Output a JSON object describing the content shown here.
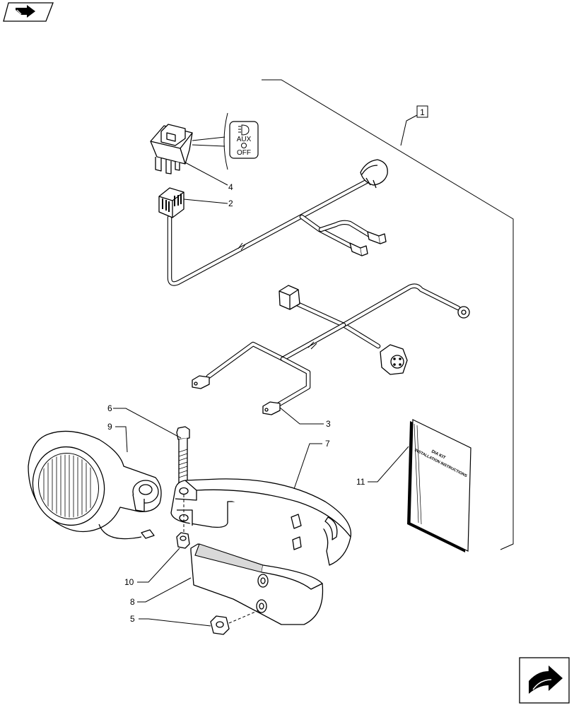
{
  "icons": {
    "top_left": "nav-arrow-icon",
    "bottom_right": "next-page-arrow-icon"
  },
  "switch_symbol": {
    "label_top": "AUX",
    "label_bottom": "OFF"
  },
  "manual": {
    "title_line1": "DIA KIT",
    "title_line2": "INSTALLATION INSTRUCTIONS"
  },
  "callouts": {
    "c1": "1",
    "c2": "2",
    "c3": "3",
    "c4": "4",
    "c5": "5",
    "c6": "6",
    "c8": "8",
    "c7": "7",
    "c9": "9",
    "c10": "10",
    "c11": "11"
  }
}
